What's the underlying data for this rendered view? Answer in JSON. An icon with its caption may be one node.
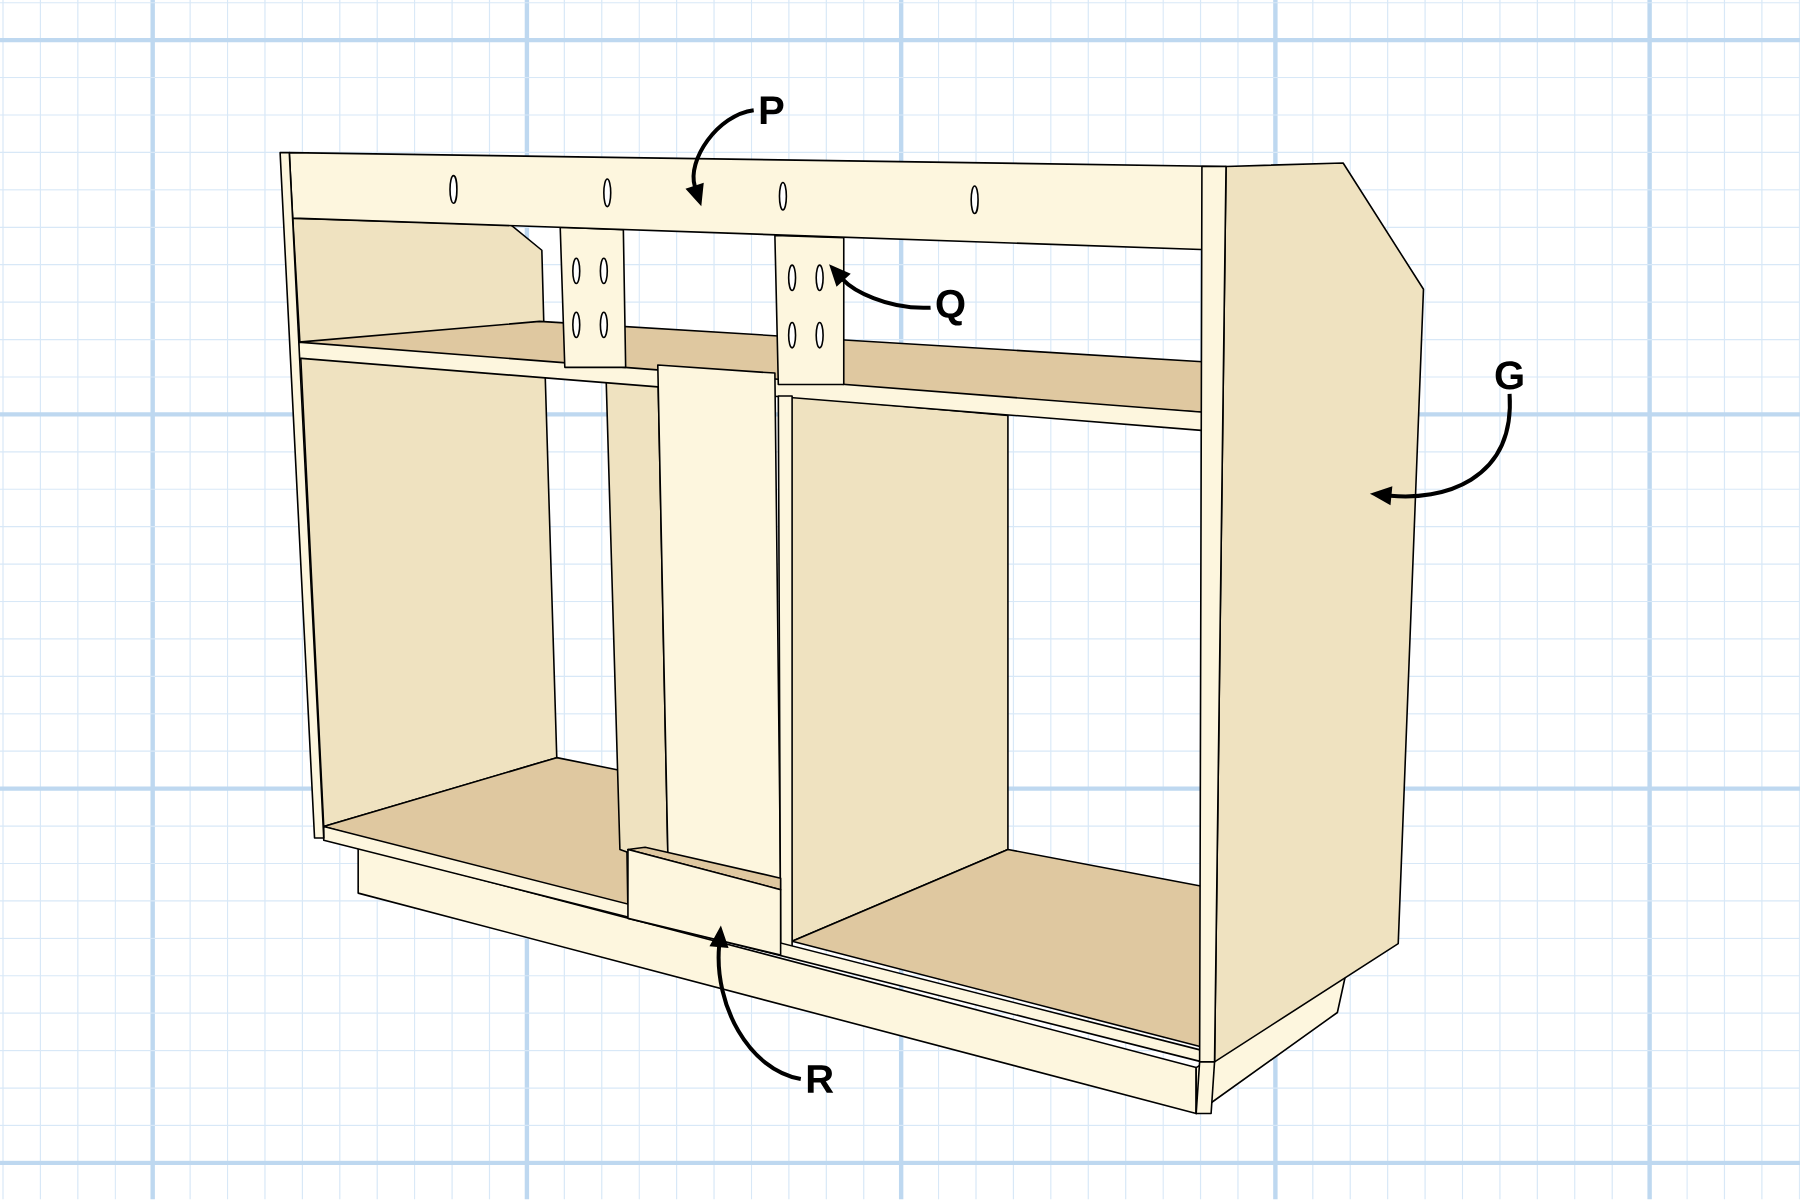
{
  "diagram": {
    "nodes": [
      {
        "text": [
          "P"
        ]
      },
      {
        "text": [
          "Q"
        ]
      },
      {
        "text": [
          "G"
        ]
      },
      {
        "text": [
          "R"
        ]
      }
    ],
    "edges": [
      {
        "from": 0,
        "to": null,
        "arrow": "to"
      },
      {
        "from": 1,
        "to": null,
        "arrow": "to"
      },
      {
        "from": 2,
        "to": null,
        "arrow": "to"
      },
      {
        "from": 3,
        "to": null,
        "arrow": "to"
      }
    ]
  }
}
